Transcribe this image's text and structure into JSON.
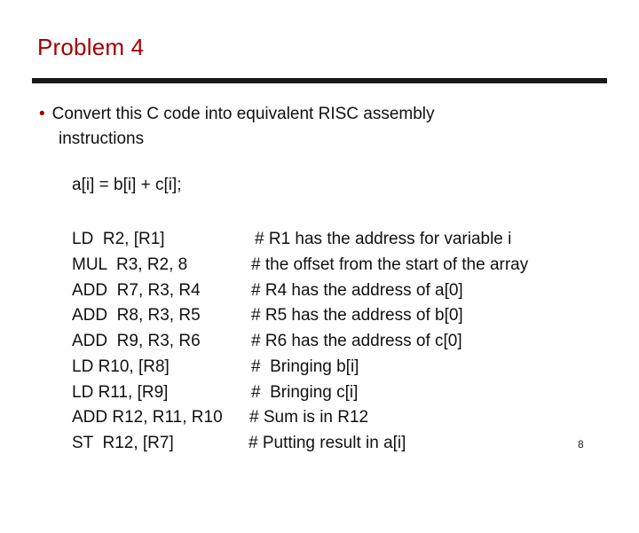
{
  "slide": {
    "title": "Problem 4",
    "bullet_line1": "Convert this C code into equivalent RISC assembly",
    "bullet_line2": "instructions",
    "bullet_symbol": "•",
    "c_code": "a[i] = b[i] + c[i];",
    "page_number": "8"
  },
  "assembly": [
    {
      "instr": "LD  R2, [R1]",
      "comment": "# R1 has the address for variable i"
    },
    {
      "instr": "MUL  R3, R2, 8",
      "comment": "# the offset from the start of the array"
    },
    {
      "instr": "ADD  R7, R3, R4",
      "comment": "# R4 has the address of a[0]"
    },
    {
      "instr": "ADD  R8, R3, R5",
      "comment": "# R5 has the address of b[0]"
    },
    {
      "instr": "ADD  R9, R3, R6",
      "comment": "# R6 has the address of c[0]"
    },
    {
      "instr": "LD R10, [R8]",
      "comment": "#  Bringing b[i]"
    },
    {
      "instr": "LD R11, [R9]",
      "comment": "#  Bringing c[i]"
    },
    {
      "instr": "ADD R12, R11, R10",
      "comment": "# Sum is in R12"
    },
    {
      "instr": "ST  R12, [R7]",
      "comment": "# Putting result in a[i]"
    }
  ],
  "colors": {
    "title": "#a30000",
    "rule": "#1a1a1a",
    "bullet": "#a30000"
  }
}
